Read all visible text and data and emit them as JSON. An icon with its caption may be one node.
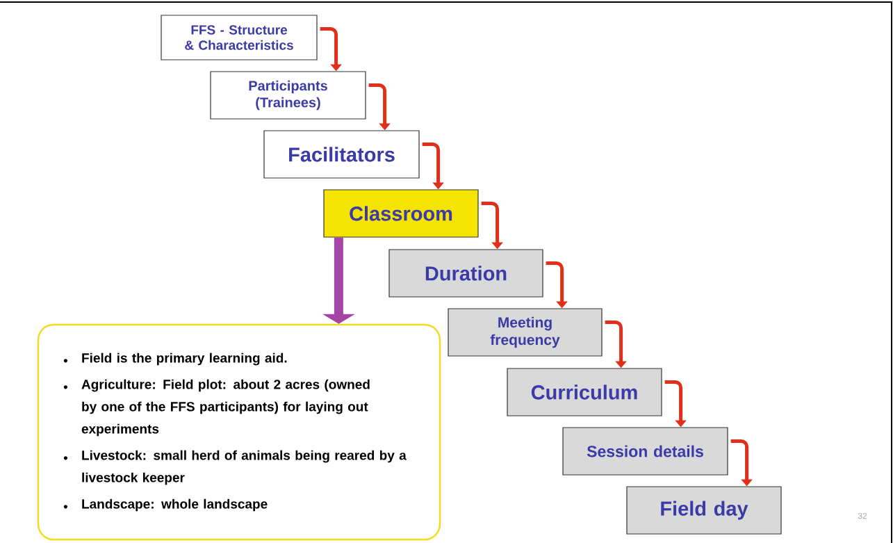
{
  "diagram": {
    "nodes": [
      {
        "text": [
          "FFS - Structure & Characteristics"
        ]
      },
      {
        "text": [
          "Participants (Trainees)"
        ]
      },
      {
        "text": [
          "Facilitators"
        ]
      },
      {
        "text": [
          "Classroom"
        ]
      },
      {
        "text": [
          "Duration"
        ]
      },
      {
        "text": [
          "Meeting frequency"
        ]
      },
      {
        "text": [
          "Curriculum"
        ]
      },
      {
        "text": [
          "Session details"
        ]
      },
      {
        "text": [
          "Field day"
        ]
      },
      {
        "text": [
          "Field is the primary learning aid.",
          "Agriculture: Field plot: about 2 acres (owned by one of the FFS participants) for laying out experiments",
          "Livestock: small herd of animals being reared by a livestock keeper",
          "Landscape: whole landscape"
        ]
      }
    ],
    "edges": [
      {
        "from": 0,
        "to": 1,
        "arrow": "to"
      },
      {
        "from": 1,
        "to": 2,
        "arrow": "to"
      },
      {
        "from": 2,
        "to": 3,
        "arrow": "to"
      },
      {
        "from": 3,
        "to": 4,
        "arrow": "to"
      },
      {
        "from": 4,
        "to": 5,
        "arrow": "to"
      },
      {
        "from": 5,
        "to": 6,
        "arrow": "to"
      },
      {
        "from": 6,
        "to": 7,
        "arrow": "to"
      },
      {
        "from": 7,
        "to": 8,
        "arrow": "to"
      },
      {
        "from": 3,
        "to": 9,
        "arrow": "to",
        "style": "thick",
        "color": "#a545a5"
      }
    ],
    "labels": [
      "32"
    ]
  }
}
